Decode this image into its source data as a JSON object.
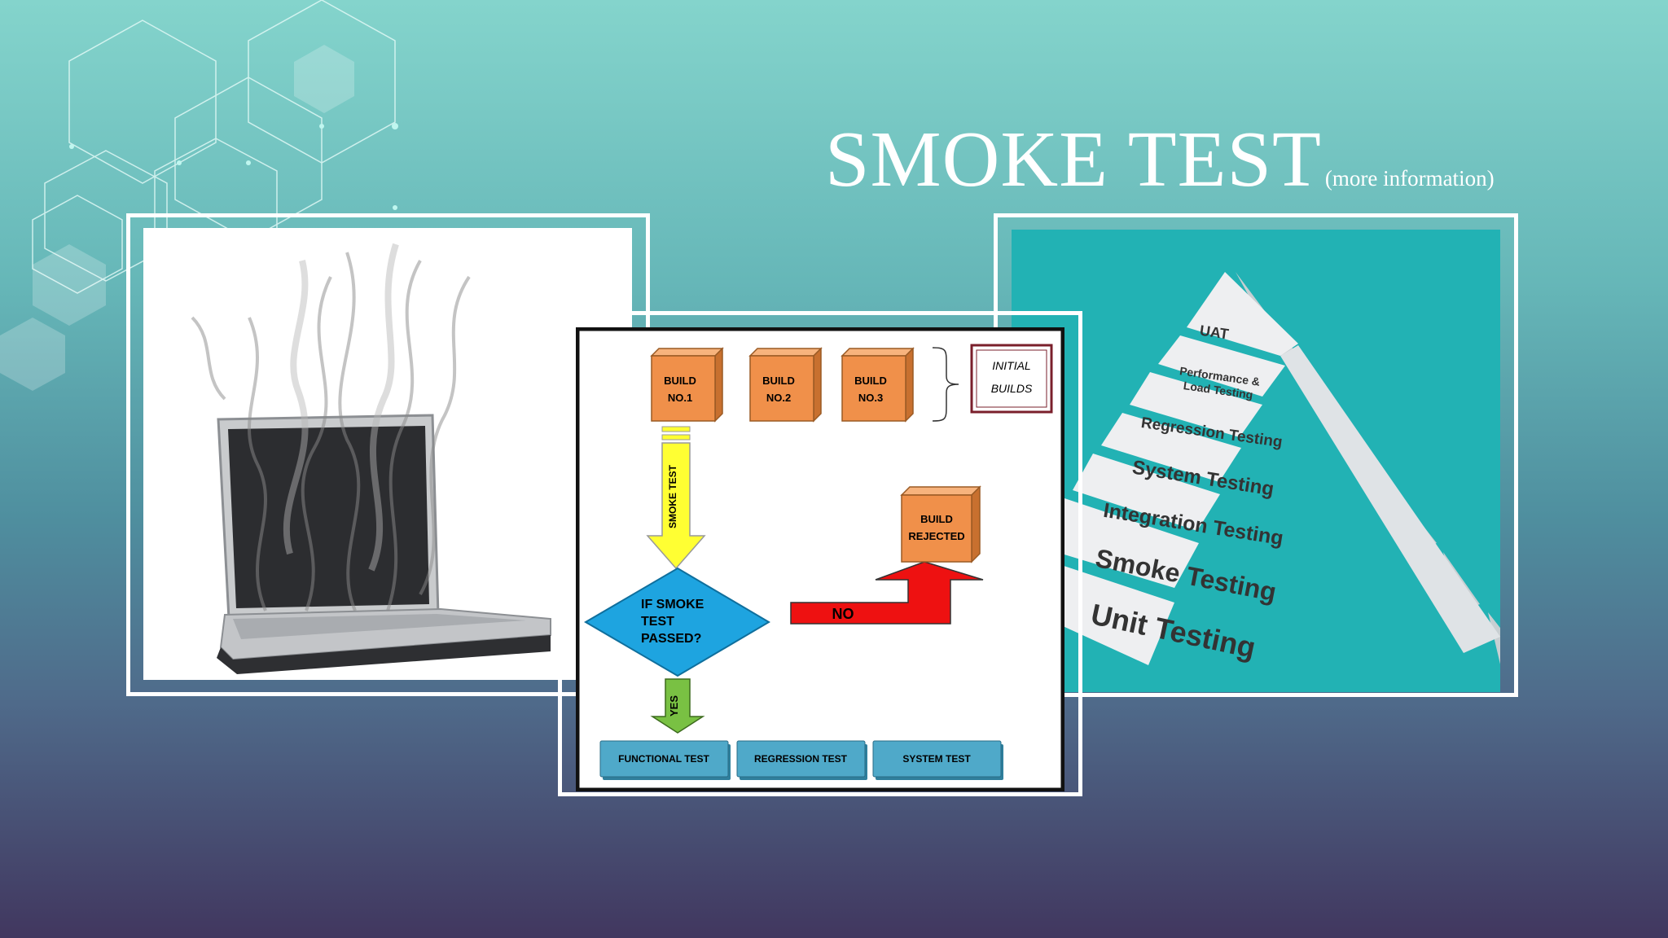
{
  "slide": {
    "title": "SMOKE TEST",
    "title_link": "(more information)"
  },
  "flowchart": {
    "builds": [
      {
        "line1": "BUILD",
        "line2": "NO.1"
      },
      {
        "line1": "BUILD",
        "line2": "NO.2"
      },
      {
        "line1": "BUILD",
        "line2": "NO.3"
      }
    ],
    "initial_builds": {
      "line1": "INITIAL",
      "line2": "BUILDS"
    },
    "smoke_test_arrow": "SMOKE TEST",
    "decision": {
      "line1": "IF SMOKE",
      "line2": "TEST",
      "line3": "PASSED?"
    },
    "no_label": "NO",
    "yes_label": "YES",
    "rejected": {
      "line1": "BUILD",
      "line2": "REJECTED"
    },
    "tests": [
      "FUNCTIONAL TEST",
      "REGRESSION TEST",
      "SYSTEM TEST"
    ]
  },
  "pyramid": {
    "levels": [
      "UAT",
      "Performance &",
      "Load Testing",
      "Regression Testing",
      "System Testing",
      "Integration Testing",
      "Smoke Testing",
      "Unit Testing"
    ]
  },
  "colors": {
    "build_box": "#f0904a",
    "smoke_arrow": "#ffff33",
    "decision": "#1ea4e0",
    "no_arrow": "#ee1111",
    "yes_arrow": "#79c143",
    "test_box": "#4fa9c9",
    "pyramid_bg": "#22b2b4"
  }
}
